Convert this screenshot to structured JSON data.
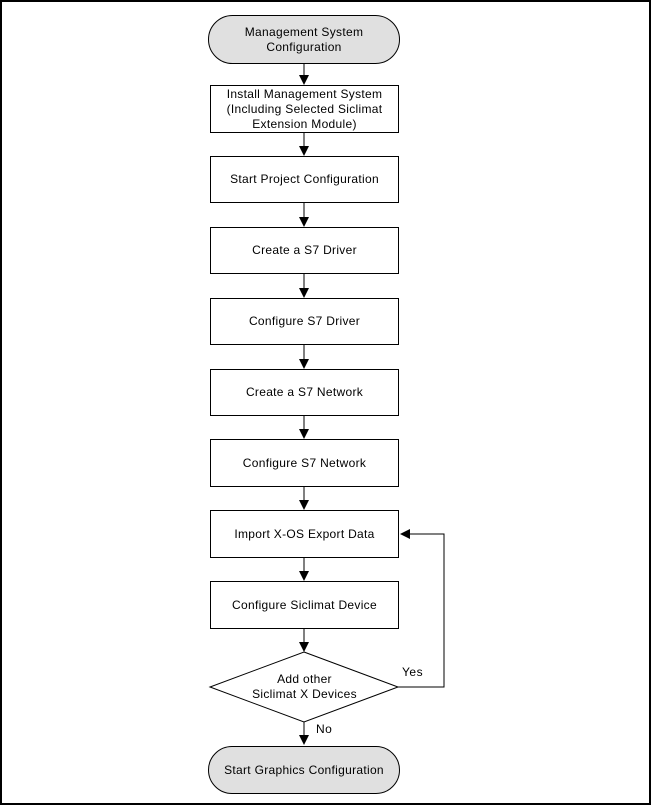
{
  "flowchart": {
    "nodes": [
      {
        "id": "start",
        "type": "terminator",
        "label": "Management System\nConfiguration"
      },
      {
        "id": "install",
        "type": "process",
        "label": "Install Management System\n(Including Selected Siclimat\nExtension Module)"
      },
      {
        "id": "start-project",
        "type": "process",
        "label": "Start Project Configuration"
      },
      {
        "id": "create-s7-driver",
        "type": "process",
        "label": "Create a S7 Driver"
      },
      {
        "id": "configure-s7-driver",
        "type": "process",
        "label": "Configure S7 Driver"
      },
      {
        "id": "create-s7-network",
        "type": "process",
        "label": "Create a S7 Network"
      },
      {
        "id": "configure-s7-network",
        "type": "process",
        "label": "Configure S7 Network"
      },
      {
        "id": "import-xos",
        "type": "process",
        "label": "Import X-OS Export Data"
      },
      {
        "id": "configure-siclimat",
        "type": "process",
        "label": "Configure Siclimat Device"
      },
      {
        "id": "decision",
        "type": "decision",
        "label": "Add other\nSiclimat X Devices"
      },
      {
        "id": "end",
        "type": "terminator",
        "label": "Start Graphics Configuration"
      }
    ],
    "edge_labels": {
      "yes": "Yes",
      "no": "No"
    },
    "colors": {
      "terminator_fill": "#e0e0e0",
      "shape_fill": "#ffffff",
      "stroke": "#000000",
      "background": "#ffffff"
    }
  }
}
